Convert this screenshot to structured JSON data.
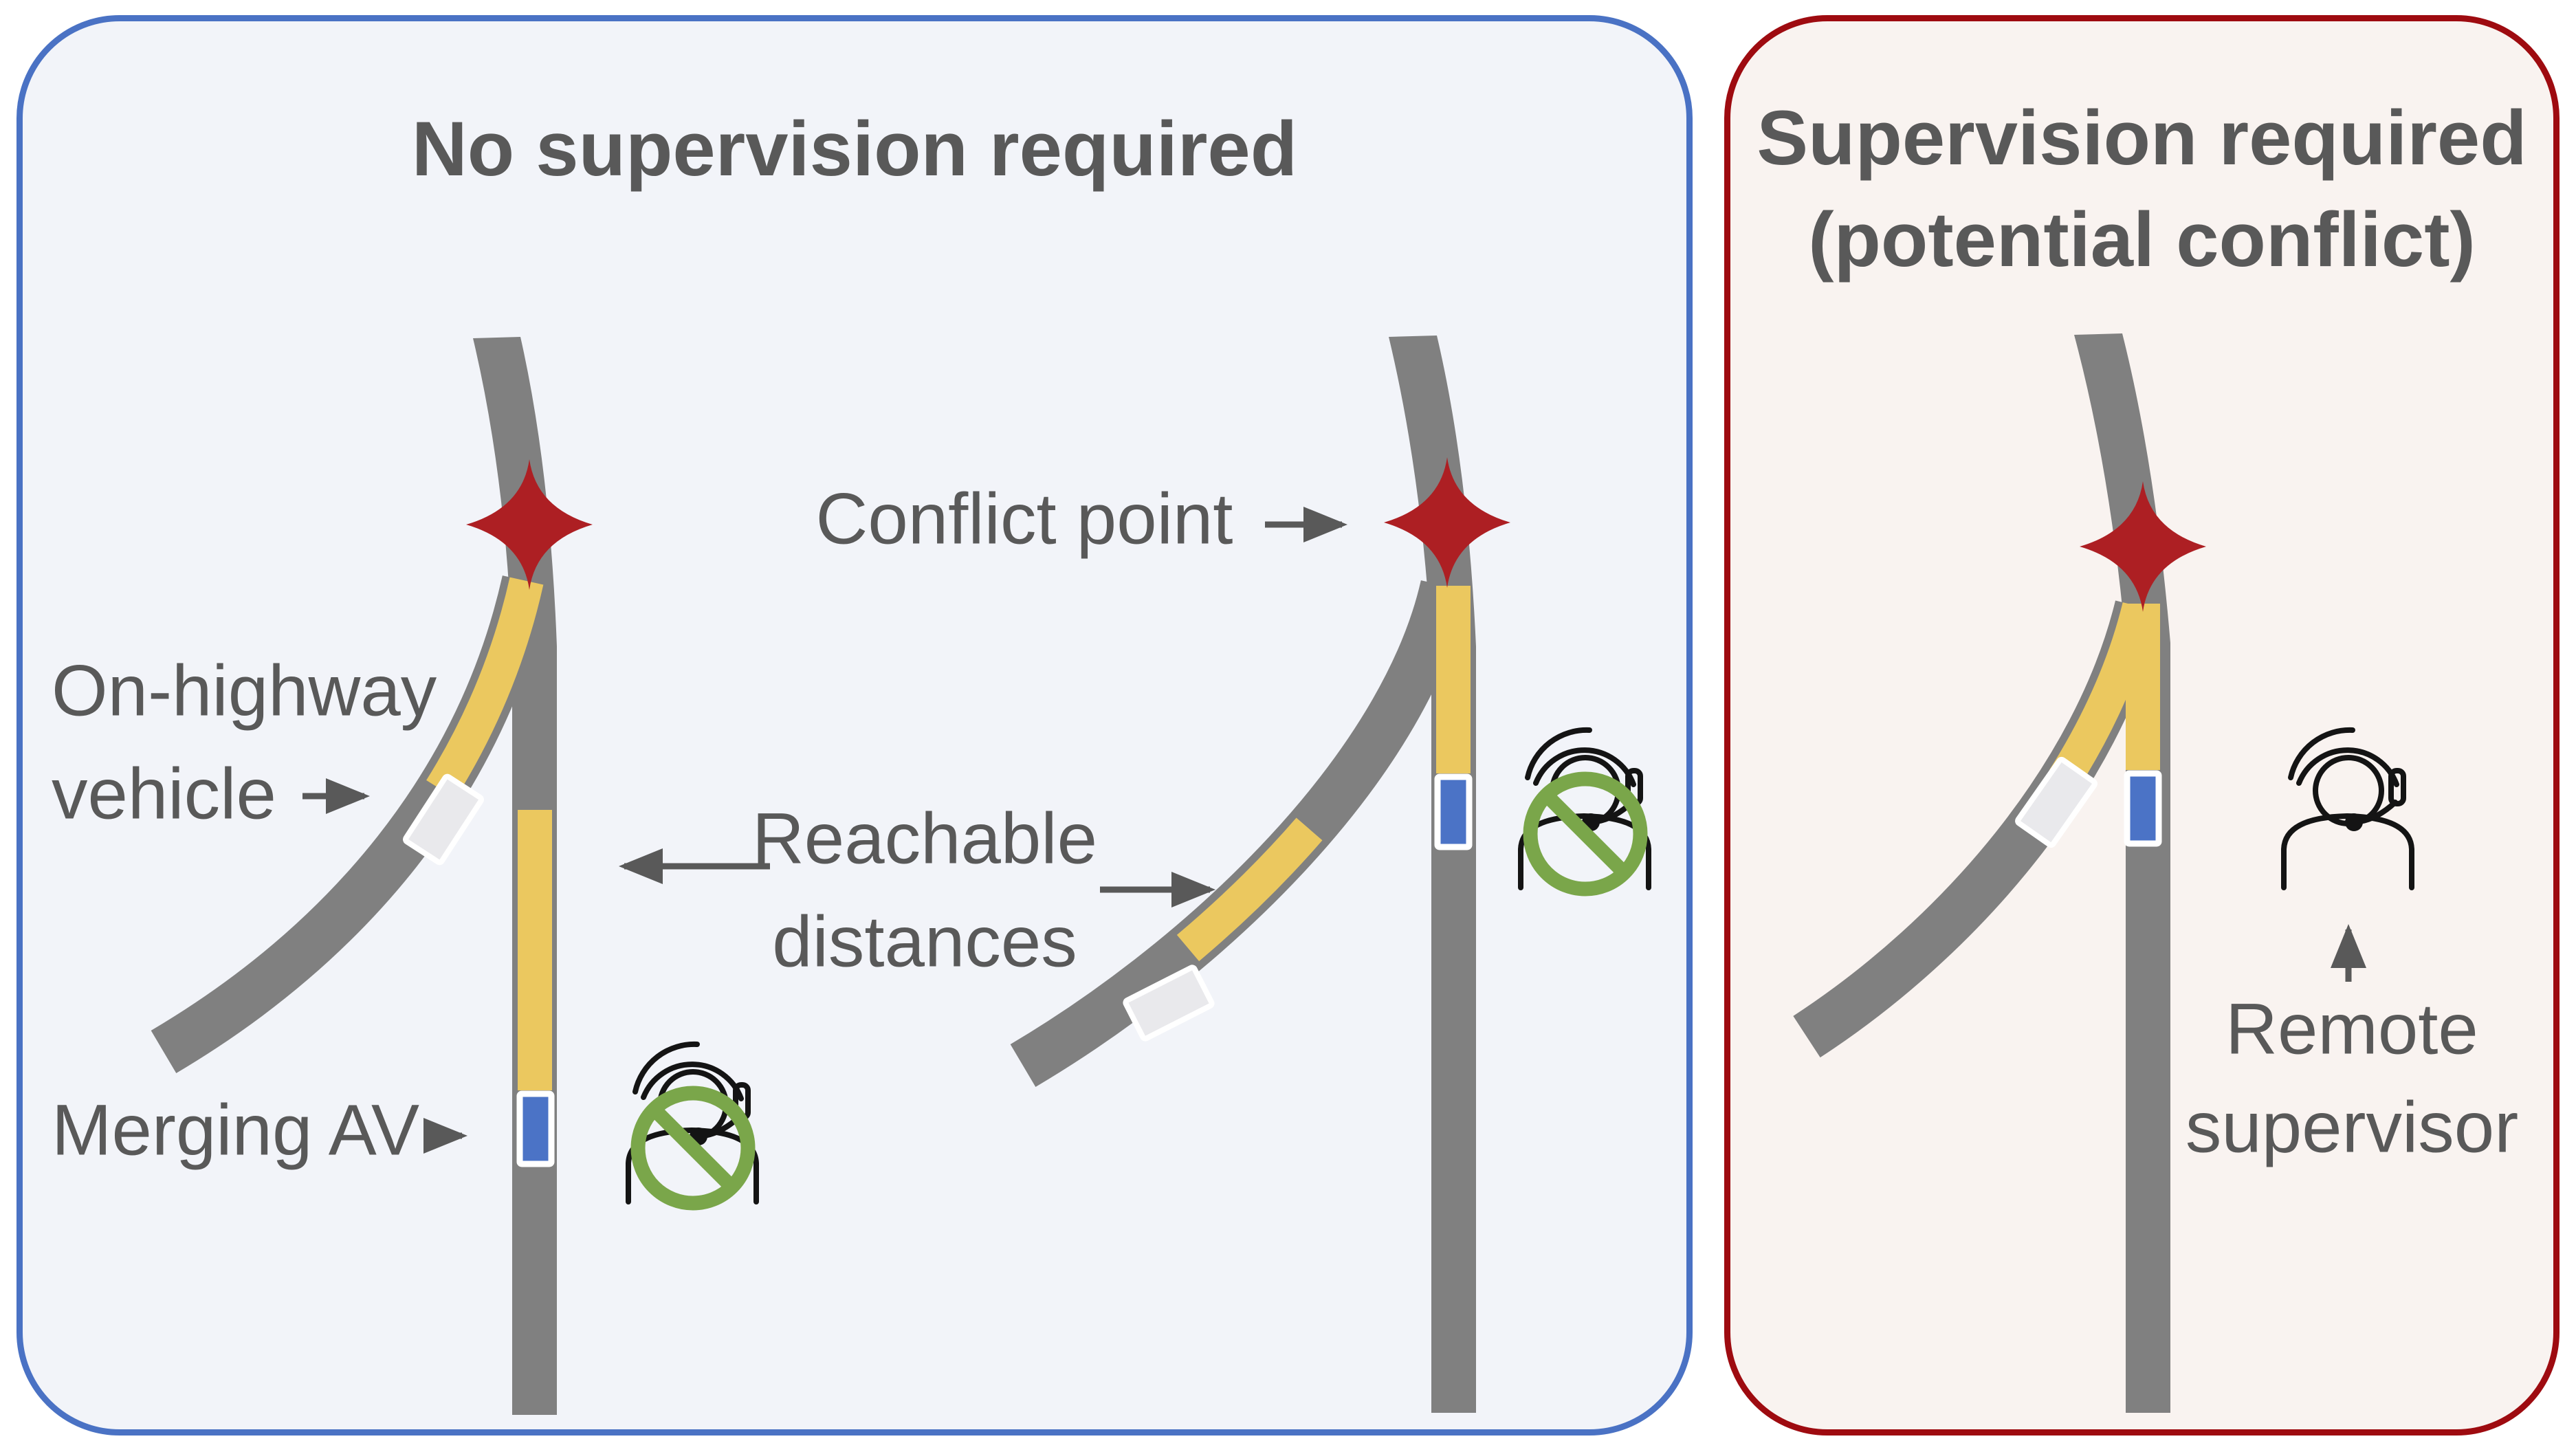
{
  "panels": {
    "left": {
      "title": "No supervision required"
    },
    "right": {
      "title_line1": "Supervision required",
      "title_line2": "(potential conflict)"
    }
  },
  "labels": {
    "on_highway_line1": "On-highway",
    "on_highway_line2": "vehicle",
    "merging_av": "Merging AV",
    "conflict_point": "Conflict point",
    "reachable_line1": "Reachable",
    "reachable_line2": "distances",
    "remote_line1": "Remote",
    "remote_line2": "supervisor"
  },
  "icons": {
    "conflict_point": "four-point-star",
    "no_supervision": "headset-person-prohibited",
    "remote_supervisor": "headset-person"
  },
  "colors": {
    "panel_left_bg": "#F2F4F9",
    "panel_left_border": "#4A72C4",
    "panel_right_bg": "#F9F3F0",
    "panel_right_border": "#9E0B10",
    "road": "#808080",
    "lane": "#EBC85F",
    "star": "#AD1F23",
    "av": "#4B73C6",
    "vehicle_fill": "#E9E9EC",
    "green": "#7AA64A",
    "person": "#141414",
    "arrow": "#595959",
    "text": "#595959"
  }
}
